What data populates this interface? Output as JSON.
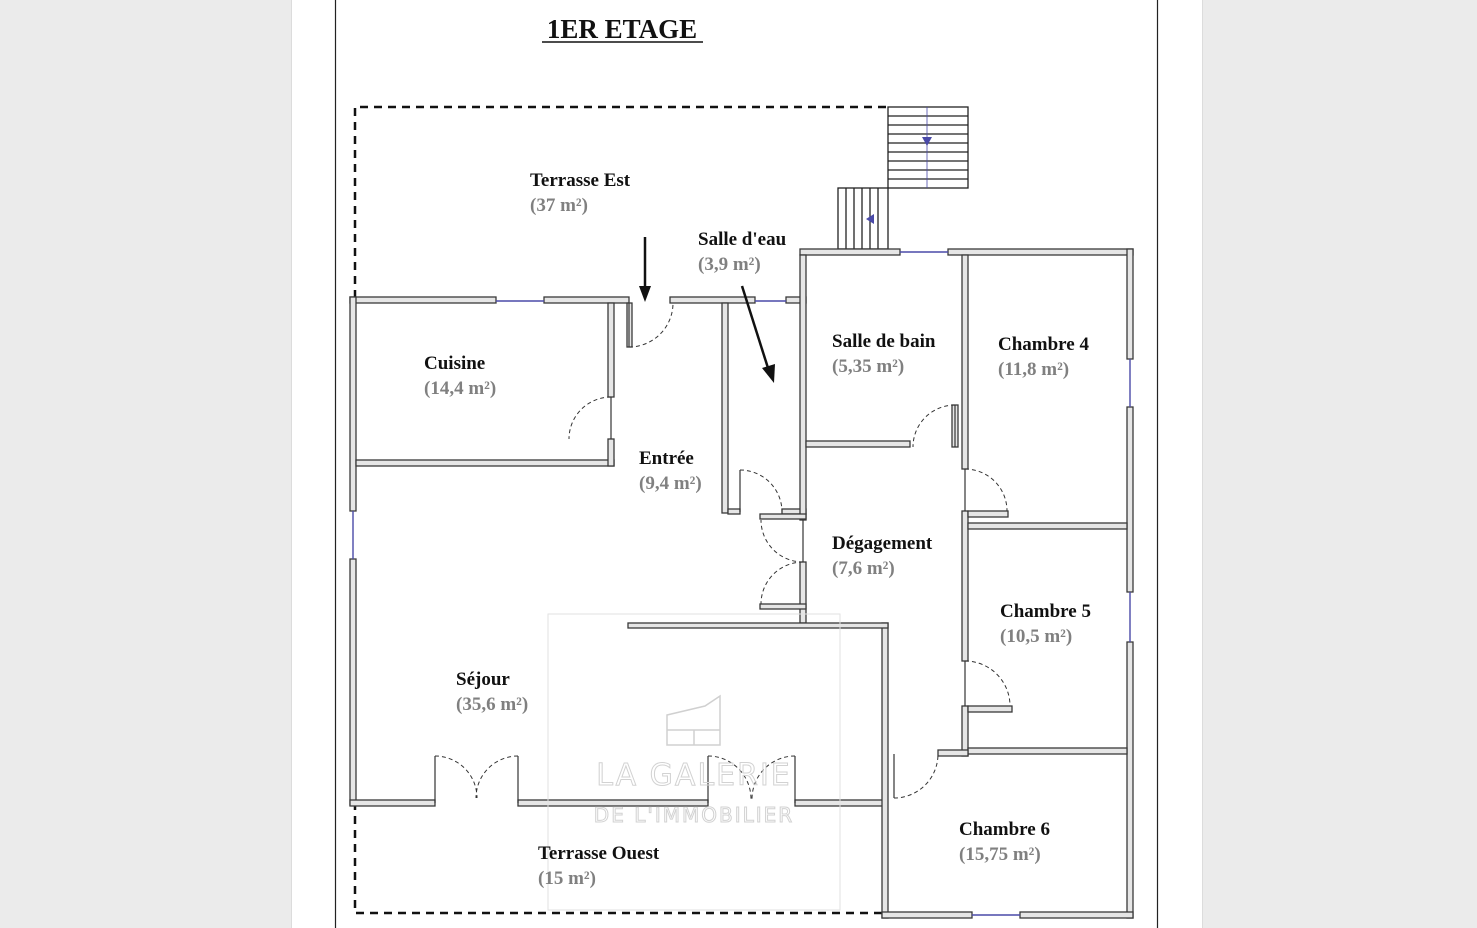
{
  "plan": {
    "title": "1ER ETAGE",
    "rooms": [
      {
        "id": "terrasse-est",
        "name": "Terrasse Est",
        "area": "(37 m²)"
      },
      {
        "id": "salle-deau",
        "name": "Salle d'eau",
        "area": "(3,9 m²)"
      },
      {
        "id": "cuisine",
        "name": "Cuisine",
        "area": "(14,4 m²)"
      },
      {
        "id": "salle-de-bain",
        "name": "Salle de bain",
        "area": "(5,35 m²)"
      },
      {
        "id": "chambre-4",
        "name": "Chambre 4",
        "area": "(11,8 m²)"
      },
      {
        "id": "entree",
        "name": "Entrée",
        "area": "(9,4 m²)"
      },
      {
        "id": "degagement",
        "name": "Dégagement",
        "area": "(7,6 m²)"
      },
      {
        "id": "chambre-5",
        "name": "Chambre 5",
        "area": "(10,5 m²)"
      },
      {
        "id": "sejour",
        "name": "Séjour",
        "area": "(35,6 m²)"
      },
      {
        "id": "chambre-6",
        "name": "Chambre 6",
        "area": "(15,75 m²)"
      },
      {
        "id": "terrasse-ouest",
        "name": "Terrasse Ouest",
        "area": "(15 m²)"
      }
    ]
  },
  "watermark": {
    "line1": "LA GALERIE",
    "line2": "DE L'IMMOBILIER"
  },
  "colors": {
    "wall_fill": "#e6e6e6",
    "wall_stroke": "#3a3a3a",
    "window": "#4a4aa8",
    "area_text": "#808080",
    "background": "#ebebeb"
  }
}
